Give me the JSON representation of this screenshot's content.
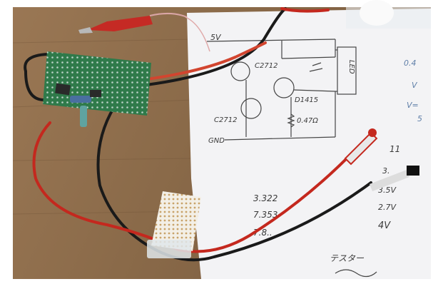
{
  "notes": {
    "supply": "5V",
    "transistor_top": "C2712",
    "transistor_right": "D1415",
    "transistor_bottom": "C2712",
    "resistor": "0.47Ω",
    "ground": "GND",
    "load": "LED",
    "readings": [
      "3.322",
      "7.353",
      "7.8.."
    ],
    "side_readings": [
      "3.",
      "3.5V",
      "2.7V",
      "4V"
    ],
    "tester": "テスター",
    "right_marks": [
      "0.4",
      "V",
      "V=",
      "5"
    ]
  },
  "colors": {
    "table": "#8a6a4a",
    "paper": "#f4f4f6",
    "board": "#2f7a4a",
    "red_wire": "#c4281e",
    "black_wire": "#1a1a1a"
  }
}
